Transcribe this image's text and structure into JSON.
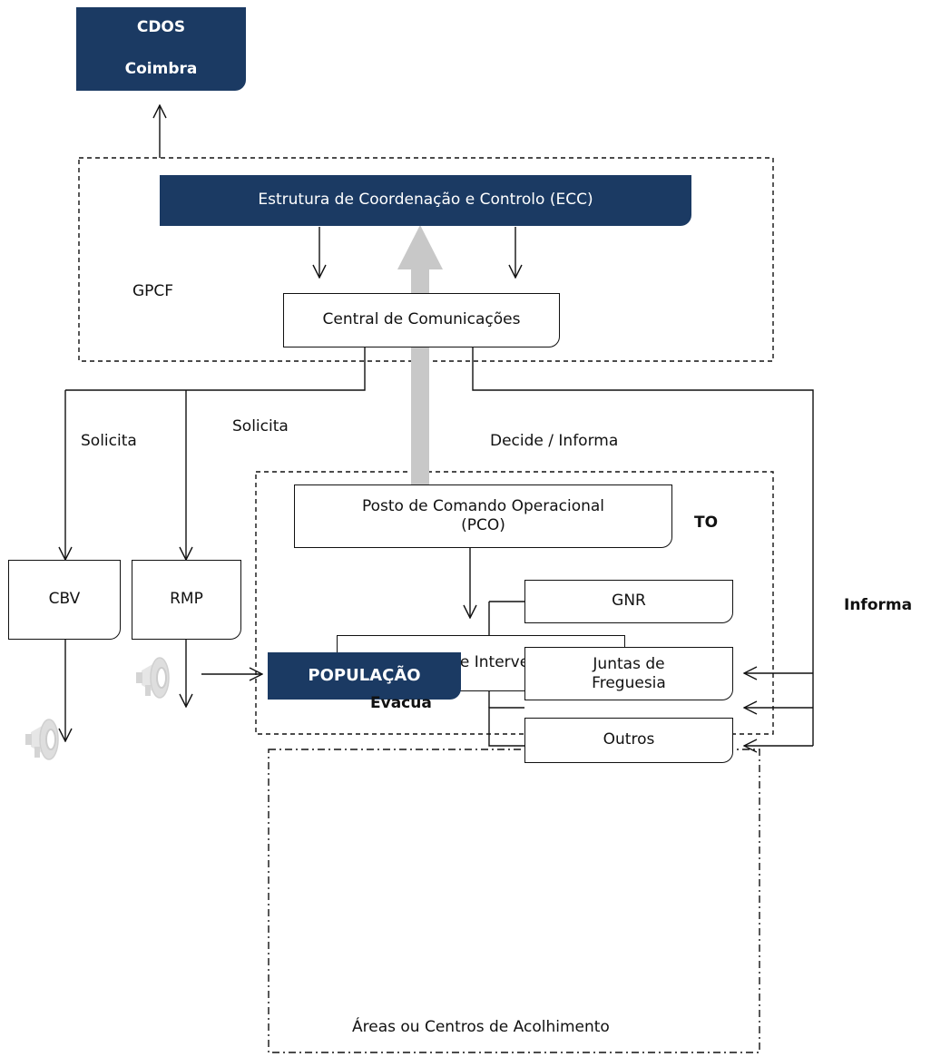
{
  "diagram": {
    "cdos": {
      "line1": "CDOS",
      "line2": "Coimbra"
    },
    "ecc": "Estrutura de Coordenação e Controlo (ECC)",
    "gpcf": "GPCF",
    "central": "Central de Comunicações",
    "solicita_left": "Solicita",
    "solicita_right": "Solicita",
    "decide_informa": "Decide / Informa",
    "pco": {
      "line1": "Posto de Comando Operacional",
      "line2": "(PCO)"
    },
    "to": "TO",
    "forcas": "Forças de Intervenção",
    "informa": "Informa",
    "cbv": "CBV",
    "rmp": "RMP",
    "gnr": "GNR",
    "juntas": {
      "line1": "Juntas de",
      "line2": "Freguesia"
    },
    "populacao": "POPULAÇÃO",
    "outros": "Outros",
    "evacua": "Evacua",
    "acolhimento": "Áreas ou Centros de Acolhimento",
    "icons": [
      "megaphone-icon",
      "megaphone-icon"
    ],
    "colors": {
      "navy": "#1b3a63",
      "line": "#111111",
      "big_arrow": "#c8c8c8",
      "icon": "#d9d9d9"
    }
  }
}
